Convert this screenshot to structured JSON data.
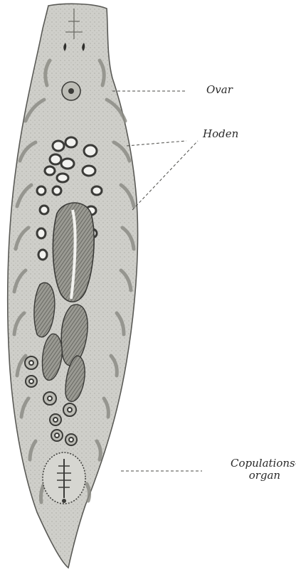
{
  "labels": {
    "ovar": "Ovar",
    "hoden": "Hoden",
    "copulationsorgan_line1": "Copulations-",
    "copulationsorgan_line2": "organ"
  },
  "colors": {
    "body_fill": "#c9c9c4",
    "body_outline": "#5a5a56",
    "gut_branch": "#8d8d86",
    "organ_dark": "#3b3b38",
    "background": "#ffffff"
  }
}
